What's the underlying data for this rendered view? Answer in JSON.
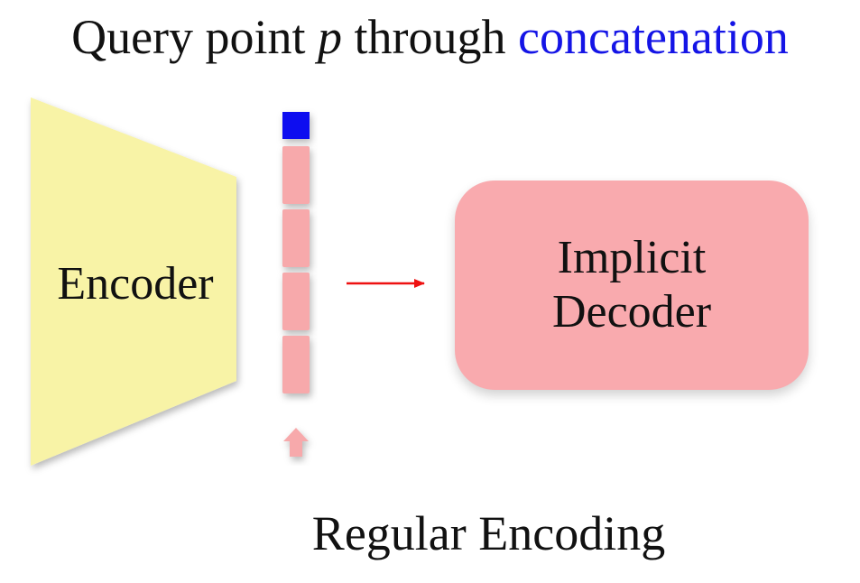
{
  "title": {
    "prefix": "Query point",
    "variable": "p",
    "middle": "through",
    "highlight": "concatenation"
  },
  "encoder": {
    "label": "Encoder"
  },
  "decoder": {
    "line1": "Implicit",
    "line2": "Decoder"
  },
  "caption": "Regular Encoding",
  "colors": {
    "encoder_fill": "#f8f3a6",
    "feature_cell": "#f7a9ab",
    "query_cell": "#0a0ff0",
    "decoder_fill": "#f9aaae",
    "arrow": "#ee1111",
    "title_highlight": "#1414e6"
  }
}
